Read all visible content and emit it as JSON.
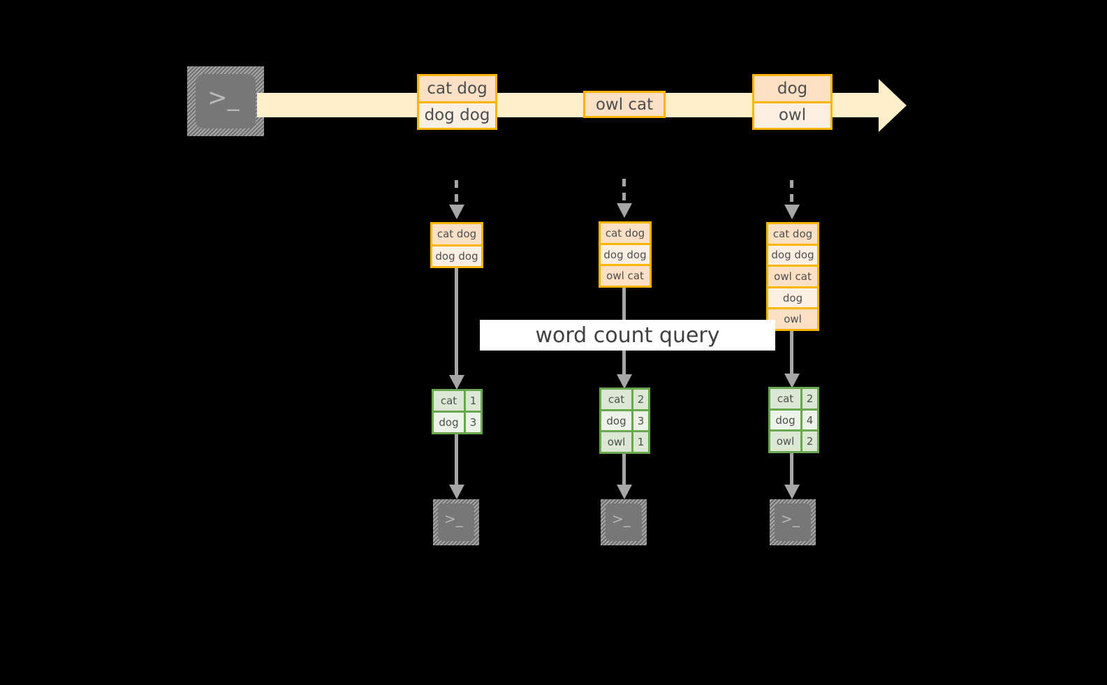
{
  "diagram": {
    "title_label": "word count query",
    "source_terminal": {
      "icon": "terminal-prompt-icon",
      "glyph": ">_"
    },
    "stream": {
      "arrow_color": "#ffeecc",
      "box_border_color": "#ffb500",
      "box_fill_dark": "#fbe0c5",
      "box_fill_light": "#fdf0e2",
      "events": [
        {
          "lines": [
            "cat dog",
            "dog dog"
          ]
        },
        {
          "lines": [
            "owl cat"
          ]
        },
        {
          "lines": [
            "dog",
            "owl"
          ]
        }
      ]
    },
    "snapshots": [
      {
        "rows": [
          "cat dog",
          "dog dog"
        ]
      },
      {
        "rows": [
          "cat dog",
          "dog dog",
          "owl cat"
        ]
      },
      {
        "rows": [
          "cat dog",
          "dog dog",
          "owl cat",
          "dog",
          "owl"
        ]
      }
    ],
    "results": {
      "border_color": "#6aa84f",
      "fill_dark": "#dde8d4",
      "fill_light": "#eef3e9",
      "tables": [
        {
          "rows": [
            [
              "cat",
              "1"
            ],
            [
              "dog",
              "3"
            ]
          ]
        },
        {
          "rows": [
            [
              "cat",
              "2"
            ],
            [
              "dog",
              "3"
            ],
            [
              "owl",
              "1"
            ]
          ]
        },
        {
          "rows": [
            [
              "cat",
              "2"
            ],
            [
              "dog",
              "4"
            ],
            [
              "owl",
              "2"
            ]
          ]
        }
      ]
    },
    "sink_terminals": [
      {
        "icon": "terminal-prompt-icon",
        "glyph": ">_"
      },
      {
        "icon": "terminal-prompt-icon",
        "glyph": ">_"
      },
      {
        "icon": "terminal-prompt-icon",
        "glyph": ">_"
      }
    ]
  }
}
